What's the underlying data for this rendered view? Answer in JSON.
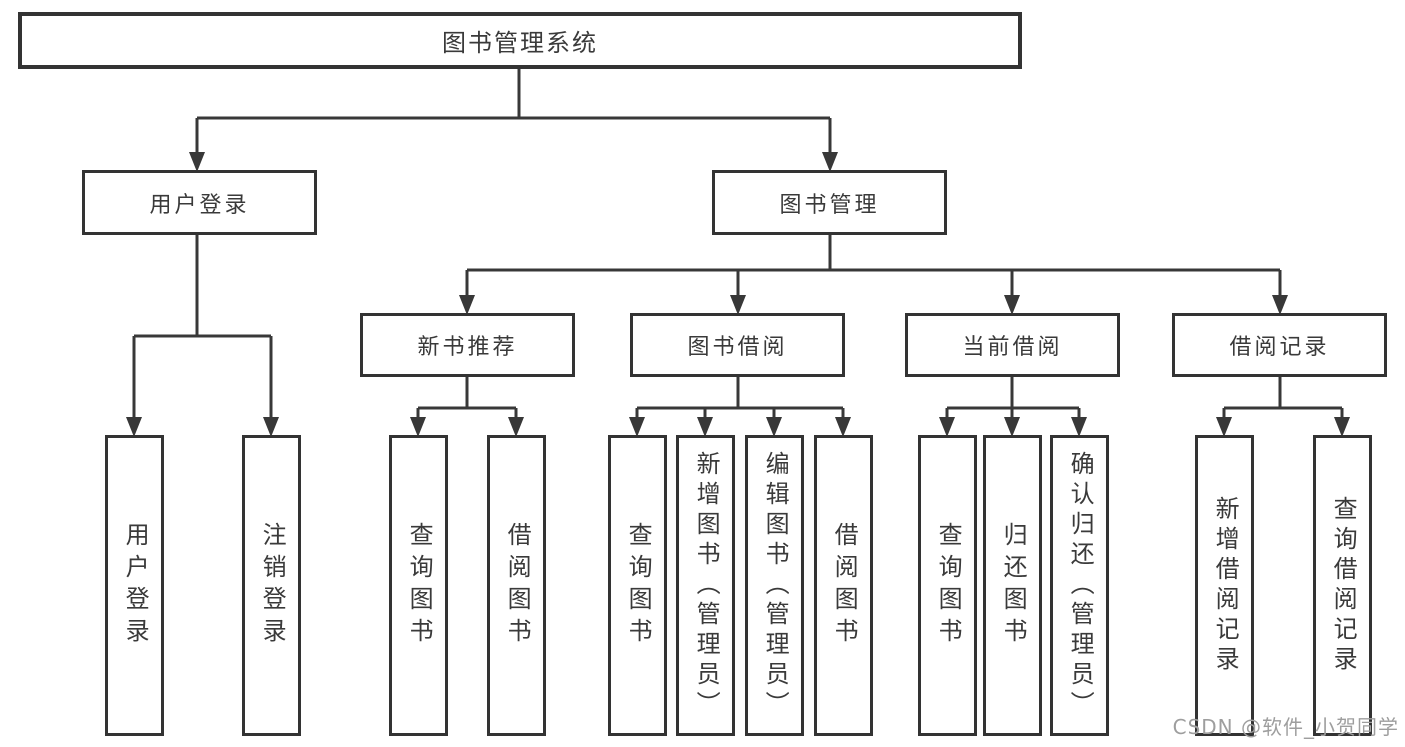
{
  "tree": {
    "label": "图书管理系统",
    "children": [
      {
        "label": "用户登录",
        "children": [
          {
            "label": "用户登录"
          },
          {
            "label": "注销登录"
          }
        ]
      },
      {
        "label": "图书管理",
        "children": [
          {
            "label": "新书推荐",
            "children": [
              {
                "label": "查询图书"
              },
              {
                "label": "借阅图书"
              }
            ]
          },
          {
            "label": "图书借阅",
            "children": [
              {
                "label": "查询图书"
              },
              {
                "label": "新增图书（管理员）"
              },
              {
                "label": "编辑图书（管理员）"
              },
              {
                "label": "借阅图书"
              }
            ]
          },
          {
            "label": "当前借阅",
            "children": [
              {
                "label": "查询图书"
              },
              {
                "label": "归还图书"
              },
              {
                "label": "确认归还（管理员）"
              }
            ]
          },
          {
            "label": "借阅记录",
            "children": [
              {
                "label": "新增借阅记录"
              },
              {
                "label": "查询借阅记录"
              }
            ]
          }
        ]
      }
    ]
  },
  "watermark": {
    "text": "CSDN @软件_小贺同学"
  },
  "colors": {
    "line": "#383838",
    "box_border": "#333333",
    "text": "#3a3a3a",
    "watermark": "#9e9e9e",
    "background": "#ffffff"
  }
}
